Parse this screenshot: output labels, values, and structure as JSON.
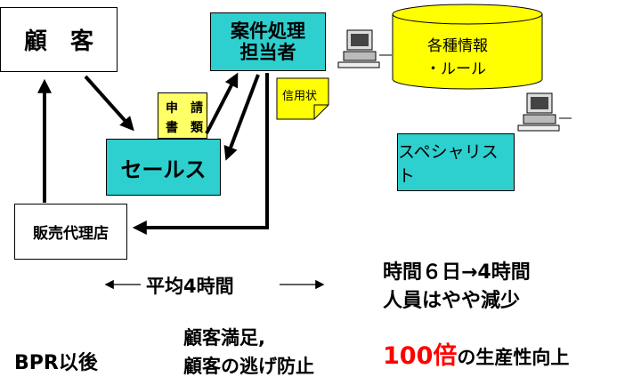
{
  "nodes": {
    "customer": "顧　客",
    "handler_line1": "案件処理",
    "handler_line2": "担当者",
    "database_line1": "各種情報",
    "database_line2": "・ルール",
    "application_line1": "申　請",
    "application_line2": "書　類",
    "credit_doc": "信用状",
    "sales": "セールス",
    "specialist": "スペシャリスト",
    "agency": "販売代理店"
  },
  "labels": {
    "average_time": "平均4時間",
    "time_change": "時間６日→4時間",
    "staff_change": "人員はやや減少",
    "after_bpr": "BPR以後",
    "satisfaction_line1": "顧客満足,",
    "satisfaction_line2": "顧客の逃げ防止",
    "productivity_number": "100倍",
    "productivity_rest": "の生産性向上"
  },
  "colors": {
    "box_fill": "#2ecfcf",
    "database_fill": "#ffff00",
    "document_fill": "#ffff66",
    "highlight": "#ff0000"
  }
}
